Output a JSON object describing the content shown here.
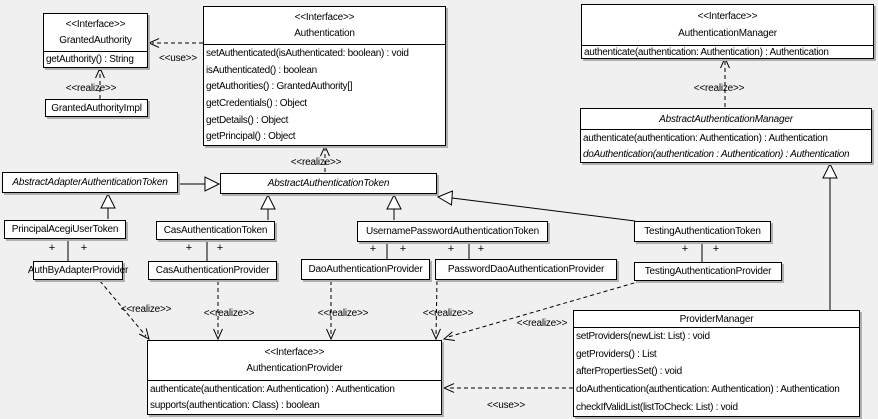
{
  "diagram": {
    "colors": {
      "background": "#f0f0f0",
      "box_fill": "#ffffff",
      "box_border": "#000000",
      "shadow": "#b0b0b0"
    },
    "classes": [
      {
        "id": "granted-authority",
        "stereotype": "<<Interface>>",
        "name": "GrantedAuthority",
        "name_italic": false,
        "methods": [
          {
            "text": "getAuthority() : String",
            "italic": false
          }
        ]
      },
      {
        "id": "granted-authority-impl",
        "stereotype": "",
        "name": "GrantedAuthorityImpl",
        "name_italic": false,
        "methods": []
      },
      {
        "id": "authentication",
        "stereotype": "<<Interface>>",
        "name": "Authentication",
        "name_italic": false,
        "methods": [
          {
            "text": "setAuthenticated(isAuthenticated: boolean) : void",
            "italic": false
          },
          {
            "text": "isAuthenticated() : boolean",
            "italic": false
          },
          {
            "text": "getAuthorities() : GrantedAuthority[]",
            "italic": false
          },
          {
            "text": "getCredentials() : Object",
            "italic": false
          },
          {
            "text": "getDetails() : Object",
            "italic": false
          },
          {
            "text": "getPrincipal() : Object",
            "italic": false
          }
        ]
      },
      {
        "id": "authentication-manager",
        "stereotype": "<<Interface>>",
        "name": "AuthenticationManager",
        "name_italic": false,
        "methods": [
          {
            "text": "authenticate(authentication: Authentication) : Authentication",
            "italic": false
          }
        ]
      },
      {
        "id": "abstract-authentication-manager",
        "stereotype": "",
        "name": "AbstractAuthenticationManager",
        "name_italic": true,
        "methods": [
          {
            "text": "authenticate(authentication: Authentication) : Authentication",
            "italic": false
          },
          {
            "text": "doAuthentication(authentication : Authentication) : Authentication",
            "italic": true
          }
        ]
      },
      {
        "id": "abstract-adapter-authentication-token",
        "stereotype": "",
        "name": "AbstractAdapterAuthenticationToken",
        "name_italic": true,
        "methods": []
      },
      {
        "id": "abstract-authentication-token",
        "stereotype": "",
        "name": "AbstractAuthenticationToken",
        "name_italic": true,
        "methods": []
      },
      {
        "id": "principal-acegi-user-token",
        "stereotype": "",
        "name": "PrincipalAcegiUserToken",
        "name_italic": false,
        "methods": []
      },
      {
        "id": "cas-authentication-token",
        "stereotype": "",
        "name": "CasAuthenticationToken",
        "name_italic": false,
        "methods": []
      },
      {
        "id": "username-password-authentication-token",
        "stereotype": "",
        "name": "UsernamePasswordAuthenticationToken",
        "name_italic": false,
        "methods": []
      },
      {
        "id": "testing-authentication-token",
        "stereotype": "",
        "name": "TestingAuthenticationToken",
        "name_italic": false,
        "methods": []
      },
      {
        "id": "auth-by-adapter-provider",
        "stereotype": "",
        "name": "AuthByAdapterProvider",
        "name_italic": false,
        "methods": []
      },
      {
        "id": "cas-authentication-provider",
        "stereotype": "",
        "name": "CasAuthenticationProvider",
        "name_italic": false,
        "methods": []
      },
      {
        "id": "dao-authentication-provider",
        "stereotype": "",
        "name": "DaoAuthenticationProvider",
        "name_italic": false,
        "methods": []
      },
      {
        "id": "password-dao-authentication-provider",
        "stereotype": "",
        "name": "PasswordDaoAuthenticationProvider",
        "name_italic": false,
        "methods": []
      },
      {
        "id": "testing-authentication-provider",
        "stereotype": "",
        "name": "TestingAuthenticationProvider",
        "name_italic": false,
        "methods": []
      },
      {
        "id": "authentication-provider",
        "stereotype": "<<Interface>>",
        "name": "AuthenticationProvider",
        "name_italic": false,
        "methods": [
          {
            "text": "authenticate(authentication: Authentication) : Authentication",
            "italic": false
          },
          {
            "text": "supports(authentication: Class) : boolean",
            "italic": false
          }
        ]
      },
      {
        "id": "provider-manager",
        "stereotype": "",
        "name": "ProviderManager",
        "name_italic": false,
        "methods": [
          {
            "text": "setProviders(newList: List) : void",
            "italic": false
          },
          {
            "text": "getProviders() : List",
            "italic": false
          },
          {
            "text": "afterPropertiesSet() : void",
            "italic": false
          },
          {
            "text": "doAuthentication(authentication: Authentication) : Authentication",
            "italic": false
          },
          {
            "text": "checkIfValidList(listToCheck: List) : void",
            "italic": false
          }
        ]
      }
    ],
    "edges": [
      {
        "type": "realization",
        "from": "GrantedAuthorityImpl",
        "to": "GrantedAuthority",
        "label": "<<realize>>"
      },
      {
        "type": "usage",
        "from": "Authentication",
        "to": "GrantedAuthority",
        "label": "<<use>>"
      },
      {
        "type": "realization",
        "from": "AbstractAuthenticationToken",
        "to": "Authentication",
        "label": "<<realize>>"
      },
      {
        "type": "realization",
        "from": "AbstractAuthenticationManager",
        "to": "AuthenticationManager",
        "label": "<<realize>>"
      },
      {
        "type": "generalization",
        "from": "AbstractAdapterAuthenticationToken",
        "to": "AbstractAuthenticationToken",
        "label": ""
      },
      {
        "type": "generalization",
        "from": "PrincipalAcegiUserToken",
        "to": "AbstractAdapterAuthenticationToken",
        "label": ""
      },
      {
        "type": "generalization",
        "from": "CasAuthenticationToken",
        "to": "AbstractAuthenticationToken",
        "label": ""
      },
      {
        "type": "generalization",
        "from": "UsernamePasswordAuthenticationToken",
        "to": "AbstractAuthenticationToken",
        "label": ""
      },
      {
        "type": "generalization",
        "from": "TestingAuthenticationToken",
        "to": "AbstractAuthenticationToken",
        "label": ""
      },
      {
        "type": "generalization",
        "from": "ProviderManager",
        "to": "AbstractAuthenticationManager",
        "label": ""
      },
      {
        "type": "realization",
        "from": "AuthByAdapterProvider",
        "to": "AuthenticationProvider",
        "label": "<<realize>>"
      },
      {
        "type": "realization",
        "from": "CasAuthenticationProvider",
        "to": "AuthenticationProvider",
        "label": "<<realize>>"
      },
      {
        "type": "realization",
        "from": "DaoAuthenticationProvider",
        "to": "AuthenticationProvider",
        "label": "<<realize>>"
      },
      {
        "type": "realization",
        "from": "PasswordDaoAuthenticationProvider",
        "to": "AuthenticationProvider",
        "label": "<<realize>>"
      },
      {
        "type": "realization",
        "from": "TestingAuthenticationProvider",
        "to": "AuthenticationProvider",
        "label": "<<realize>>"
      },
      {
        "type": "usage",
        "from": "ProviderManager",
        "to": "AuthenticationProvider",
        "label": "<<use>>"
      },
      {
        "type": "association",
        "from": "PrincipalAcegiUserToken",
        "to": "AuthByAdapterProvider",
        "label": "",
        "end_a_label": "+",
        "end_b_label": "+"
      },
      {
        "type": "association",
        "from": "CasAuthenticationToken",
        "to": "CasAuthenticationProvider",
        "label": "",
        "end_a_label": "+",
        "end_b_label": "+"
      },
      {
        "type": "association",
        "from": "UsernamePasswordAuthenticationToken",
        "to": "DaoAuthenticationProvider",
        "label": "",
        "end_a_label": "+",
        "end_b_label": "+"
      },
      {
        "type": "association",
        "from": "UsernamePasswordAuthenticationToken",
        "to": "PasswordDaoAuthenticationProvider",
        "label": "",
        "end_a_label": "+",
        "end_b_label": "+"
      },
      {
        "type": "association",
        "from": "TestingAuthenticationToken",
        "to": "TestingAuthenticationProvider",
        "label": "",
        "end_a_label": "+",
        "end_b_label": "+"
      }
    ]
  }
}
